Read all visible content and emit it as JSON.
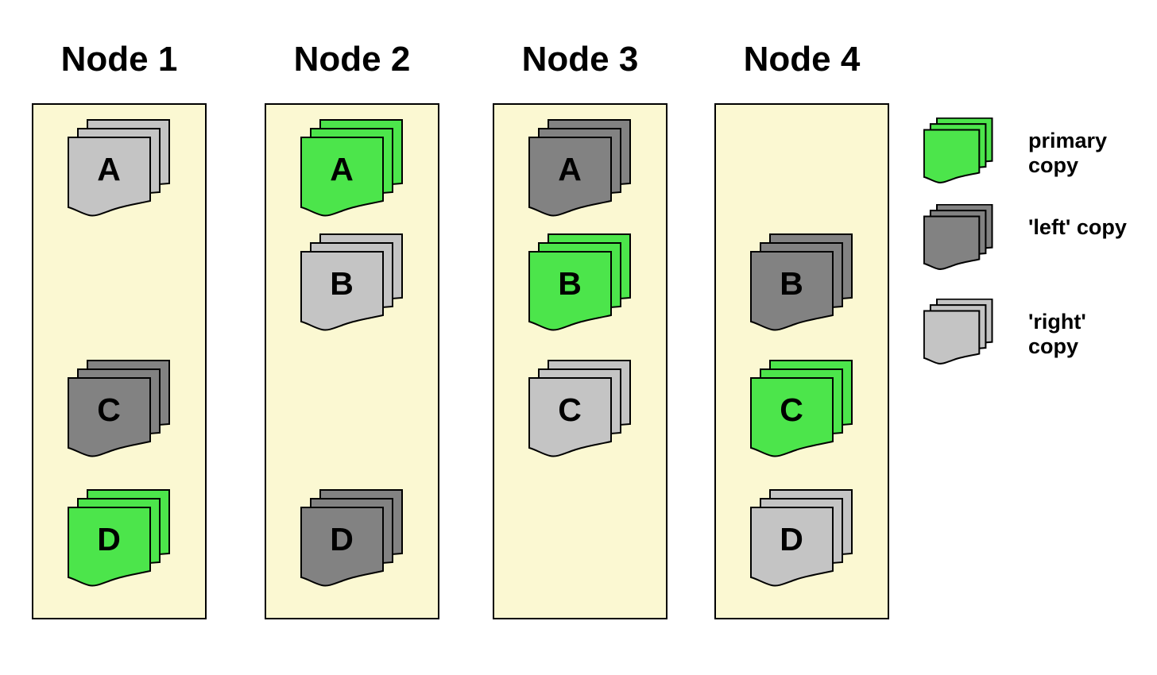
{
  "nodes": [
    {
      "title": "Node 1",
      "shards": [
        {
          "letter": "A",
          "copy": "right"
        },
        {
          "letter": "C",
          "copy": "left"
        },
        {
          "letter": "D",
          "copy": "primary"
        }
      ]
    },
    {
      "title": "Node 2",
      "shards": [
        {
          "letter": "A",
          "copy": "primary"
        },
        {
          "letter": "B",
          "copy": "right"
        },
        {
          "letter": "D",
          "copy": "left"
        }
      ]
    },
    {
      "title": "Node 3",
      "shards": [
        {
          "letter": "A",
          "copy": "left"
        },
        {
          "letter": "B",
          "copy": "primary"
        },
        {
          "letter": "C",
          "copy": "right"
        }
      ]
    },
    {
      "title": "Node 4",
      "shards": [
        {
          "letter": "B",
          "copy": "left"
        },
        {
          "letter": "C",
          "copy": "primary"
        },
        {
          "letter": "D",
          "copy": "right"
        }
      ]
    }
  ],
  "legend": {
    "items": [
      {
        "copy": "primary",
        "label": "primary copy"
      },
      {
        "copy": "left",
        "label": "'left' copy"
      },
      {
        "copy": "right",
        "label": "'right' copy"
      }
    ]
  },
  "colors": {
    "primary": "#4ce54b",
    "left": "#828282",
    "right": "#c4c4c4",
    "node_background": "#fbf8d2",
    "outline": "#000000"
  }
}
